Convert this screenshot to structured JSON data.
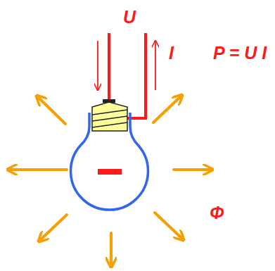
{
  "diagram": {
    "labels": [
      "U",
      "I",
      "P = U I",
      "Φ"
    ]
  }
}
